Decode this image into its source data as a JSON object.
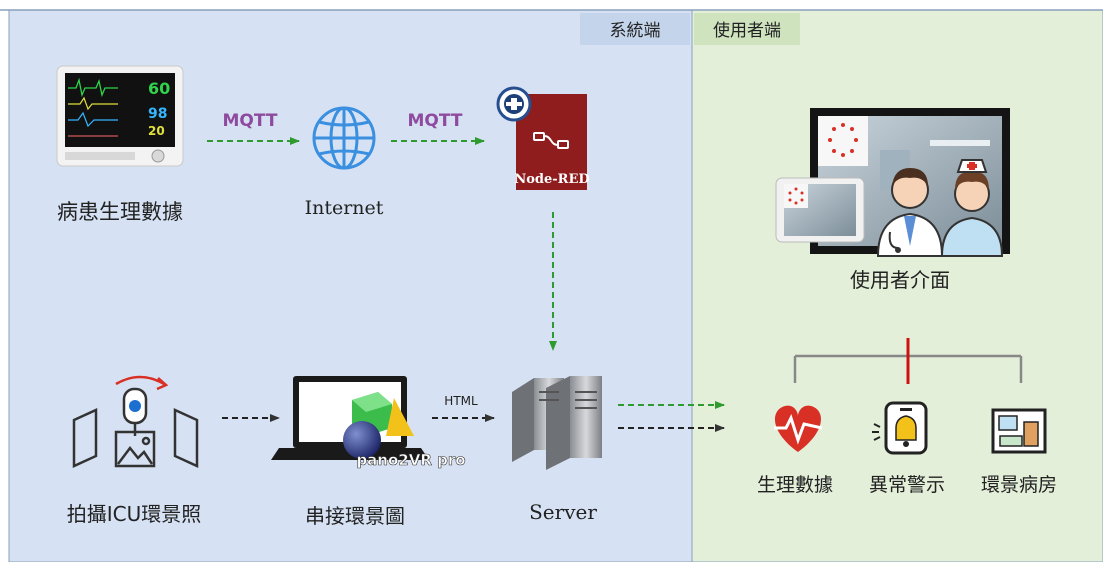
{
  "zones": {
    "system_label": "系統端",
    "user_label": "使用者端"
  },
  "nodes": {
    "patient_data": "病患生理數據",
    "internet": "Internet",
    "node_red": "Node-RED",
    "user_interface": "使用者介面",
    "capture_panorama": "拍攝ICU環景照",
    "stitch_panorama": "串接環景圖",
    "pano_software": "pano2VR pro",
    "server": "Server",
    "vital_data": "生理數據",
    "alert": "異常警示",
    "room_view": "環景病房"
  },
  "edges": {
    "mqtt_1": "MQTT",
    "mqtt_2": "MQTT",
    "html": "HTML"
  },
  "monitor_readings": {
    "hr": "60",
    "spo2": "98",
    "resp": "20"
  },
  "colors": {
    "system_bg": "#d6e2f3",
    "user_bg": "#e3efd9",
    "system_tag": "#c4d4eb",
    "user_tag": "#cfe3bf",
    "arrow_green": "#2f9a2f",
    "arrow_dark": "#333333",
    "mqtt_text": "#8e4a9e",
    "node_red": "#8f1d1d",
    "heart_red": "#d93025",
    "connector_red": "#cc1111"
  }
}
